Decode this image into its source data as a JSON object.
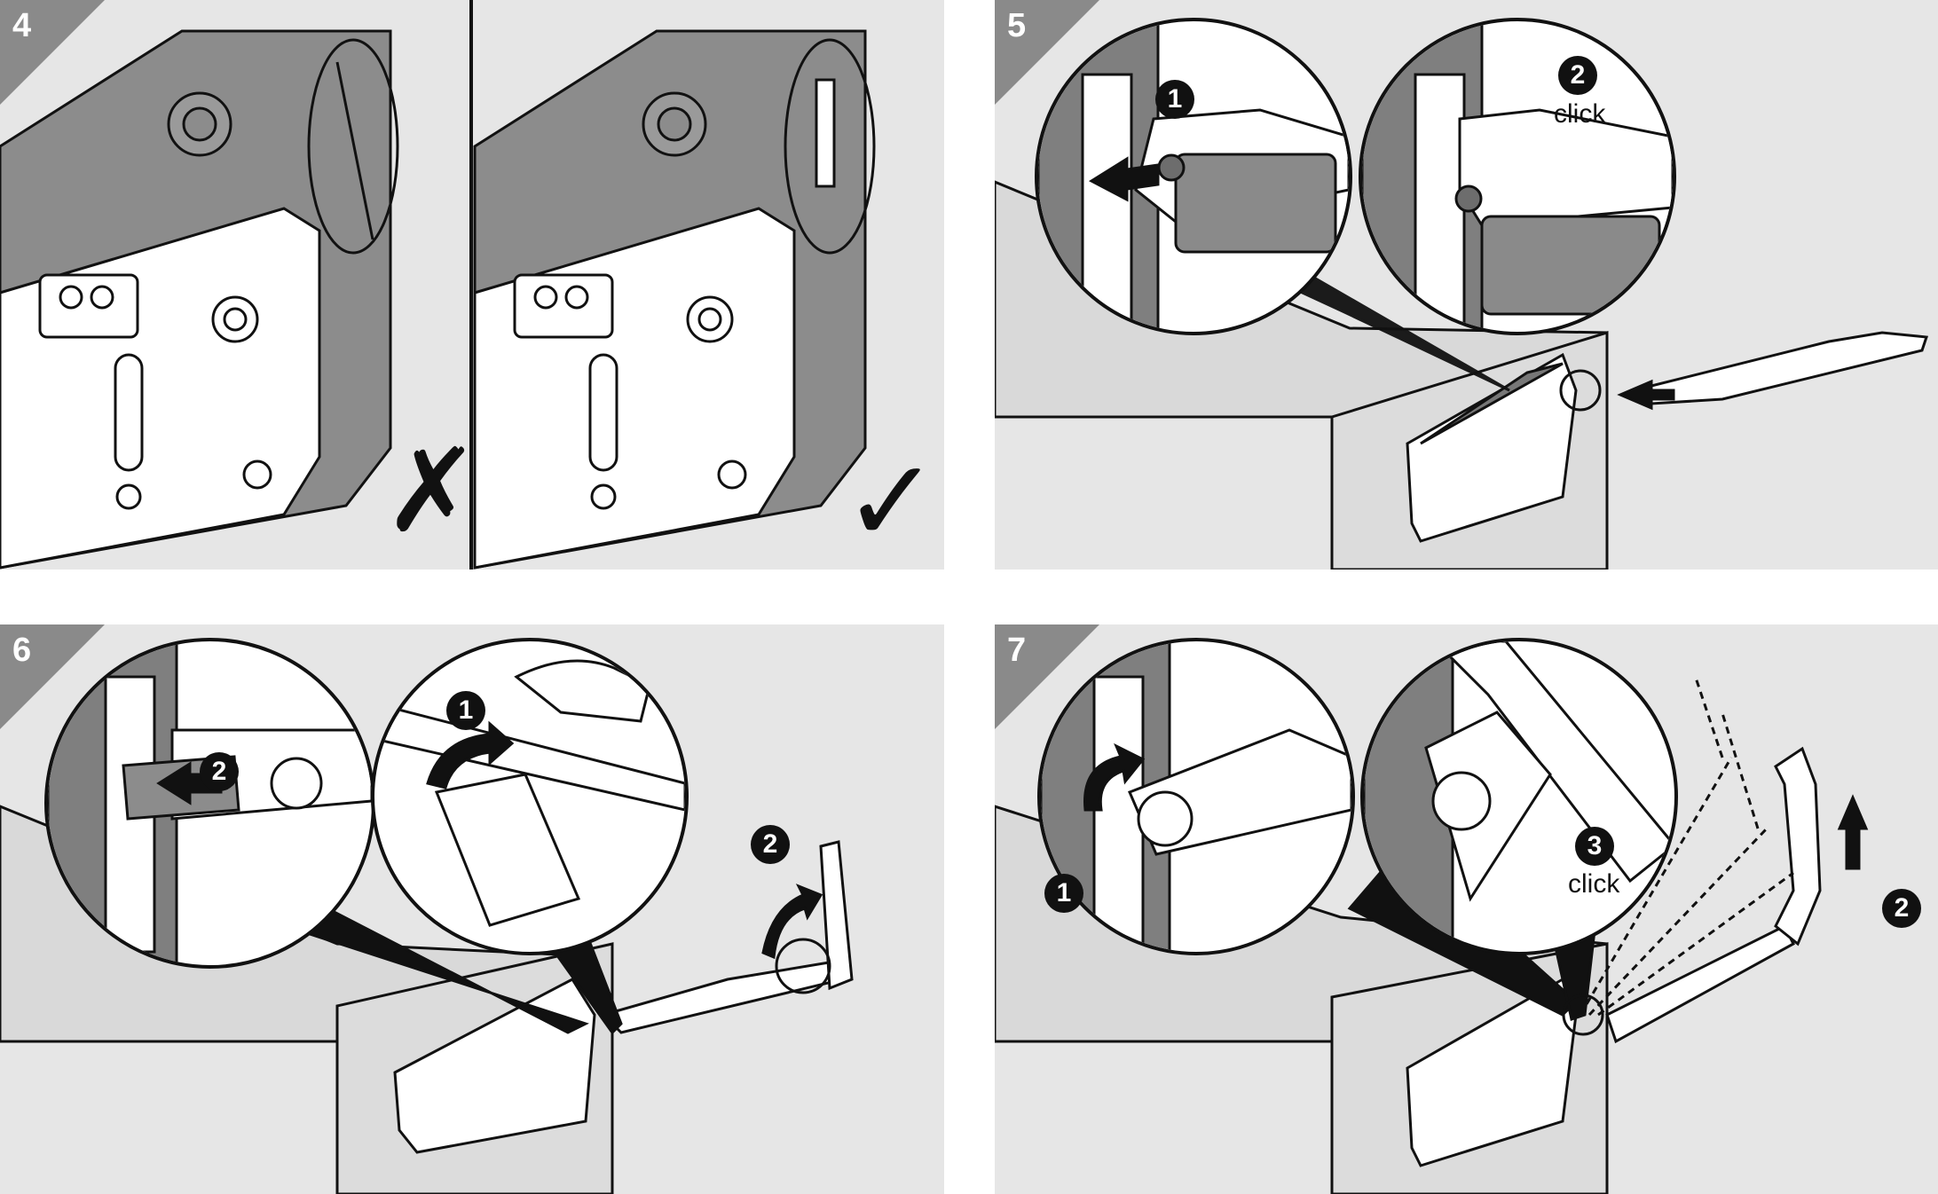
{
  "steps": [
    {
      "number": "4"
    },
    {
      "number": "5"
    },
    {
      "number": "6"
    },
    {
      "number": "7"
    }
  ],
  "step4": {
    "wrong_mark": "✗",
    "right_mark": "✓"
  },
  "step5": {
    "badge1": "1",
    "badge2": "2",
    "click": "click"
  },
  "step6": {
    "badge1": "1",
    "badge2_lens": "2",
    "badge2_arm": "2"
  },
  "step7": {
    "badge1": "1",
    "badge2": "2",
    "badge3": "3",
    "click": "click"
  },
  "colors": {
    "panel_bg": "#e6e6e6",
    "tab": "#8a8a8a",
    "plate_dark": "#8c8c8c",
    "ink": "#111111",
    "lens_bg": "#ffffff"
  }
}
